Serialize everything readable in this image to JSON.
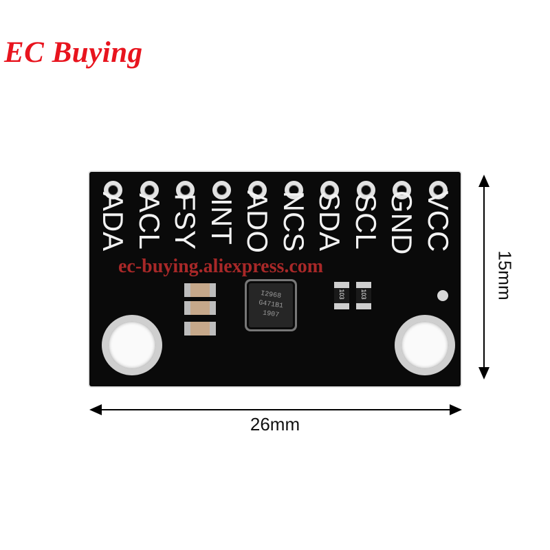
{
  "brand": {
    "text": "EC Buying",
    "color": "#e8141e"
  },
  "watermark": "ec-buying.aliexpress.com",
  "board": {
    "pins": [
      "ADA",
      "ACL",
      "FSY",
      "INT",
      "ADO",
      "NCS",
      "SDA",
      "SCL",
      "GND",
      "VCC"
    ],
    "chip_lines": [
      "I2968",
      "G471B1",
      "1907"
    ],
    "resistors": [
      "103",
      "103"
    ]
  },
  "dimensions": {
    "width": "26mm",
    "height": "15mm"
  }
}
